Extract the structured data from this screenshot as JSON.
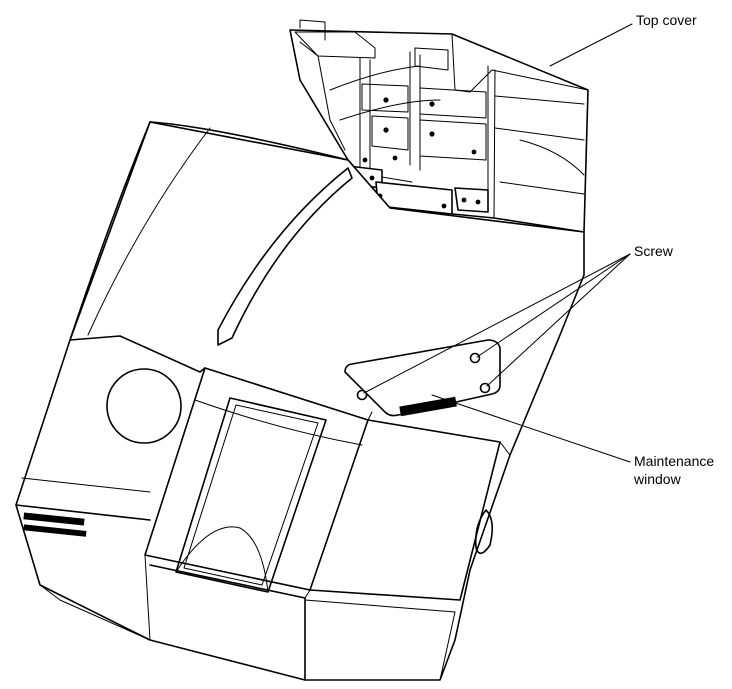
{
  "callouts": {
    "top_cover": "Top cover",
    "screw": "Screw",
    "maintenance_window": "Maintenance window"
  },
  "colors": {
    "line": "#000000",
    "background": "#ffffff"
  }
}
